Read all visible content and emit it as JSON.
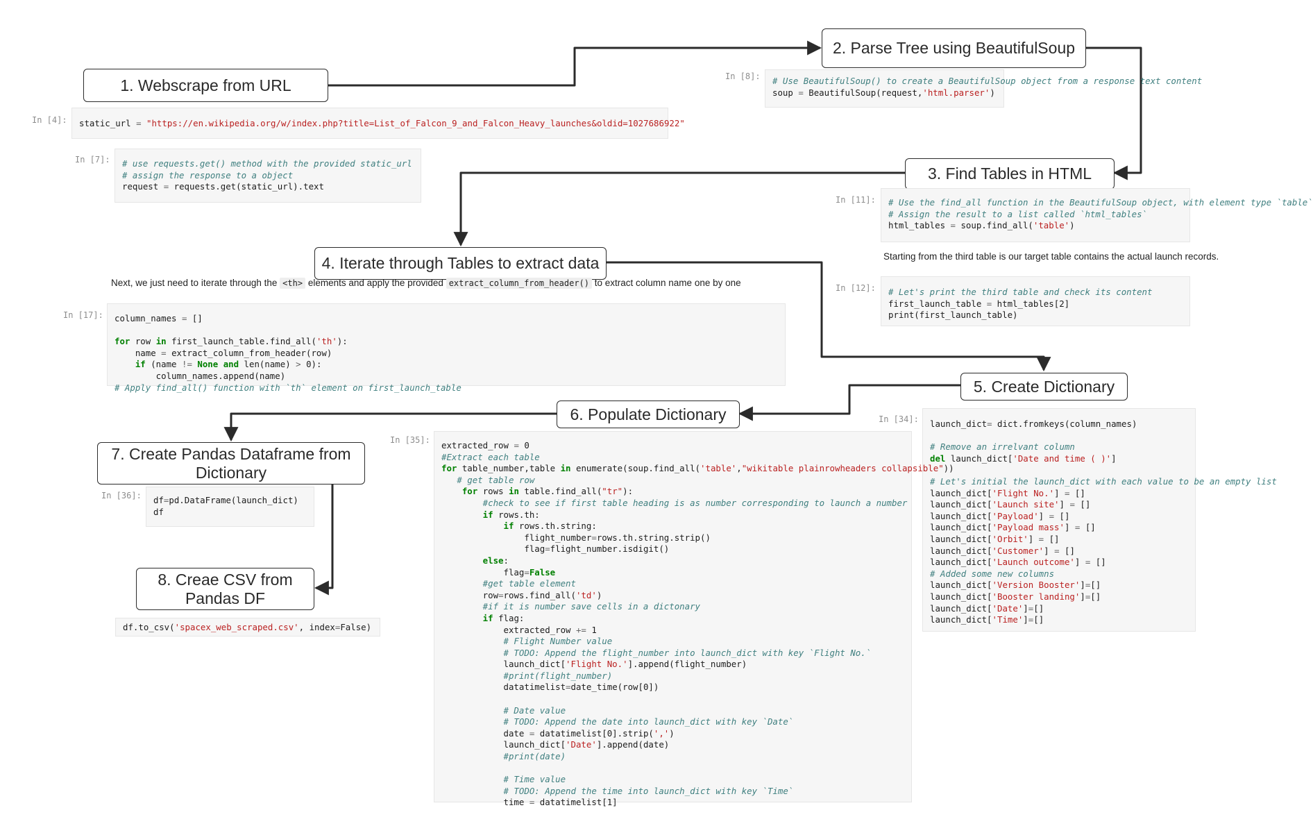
{
  "steps": {
    "s1": "1. Webscrape from URL",
    "s2": "2. Parse Tree using BeautifulSoup",
    "s3": "3. Find Tables in HTML",
    "s4": "4. Iterate through Tables to extract data",
    "s5": "5. Create Dictionary",
    "s6": "6. Populate Dictionary",
    "s7": "7. Create Pandas Dataframe from Dictionary",
    "s8": "8. Creae CSV from Pandas DF"
  },
  "prompts": {
    "p4": "In [4]:",
    "p7": "In [7]:",
    "p8": "In [8]:",
    "p11": "In [11]:",
    "p12": "In [12]:",
    "p17": "In [17]:",
    "p34": "In [34]:",
    "p35": "In [35]:",
    "p36": "In [36]:"
  },
  "markdown": {
    "iterate_pre": "Next, we just need to iterate through the ",
    "iterate_code1": "<th>",
    "iterate_mid": " elements and apply the provided ",
    "iterate_code2": "extract_column_from_header()",
    "iterate_post": " to extract column name one by one",
    "third_table": "Starting from the third table is our target table contains the actual launch records."
  },
  "code": {
    "c4": [
      [
        [
          "",
          "static_url "
        ],
        [
          "n",
          "= "
        ],
        [
          "s",
          "\"https://en.wikipedia.org/w/index.php?title=List_of_Falcon_9_and_Falcon_Heavy_launches&oldid=1027686922\""
        ]
      ]
    ],
    "c7": [
      [
        [
          "c",
          "# use requests.get() method with the provided static_url"
        ]
      ],
      [
        [
          "c",
          "# assign the response to a object"
        ]
      ],
      [
        [
          "",
          "request "
        ],
        [
          "n",
          "= "
        ],
        [
          "",
          "requests.get(static_url).text"
        ]
      ]
    ],
    "c8": [
      [
        [
          "c",
          "# Use BeautifulSoup() to create a BeautifulSoup object from a response text content"
        ]
      ],
      [
        [
          "",
          "soup "
        ],
        [
          "n",
          "= "
        ],
        [
          "",
          "BeautifulSoup(request,"
        ],
        [
          "s",
          "'html.parser'"
        ],
        [
          "",
          ")"
        ]
      ]
    ],
    "c11": [
      [
        [
          "c",
          "# Use the find_all function in the BeautifulSoup object, with element type `table`"
        ]
      ],
      [
        [
          "c",
          "# Assign the result to a list called `html_tables`"
        ]
      ],
      [
        [
          "",
          "html_tables "
        ],
        [
          "n",
          "= "
        ],
        [
          "",
          "soup.find_all("
        ],
        [
          "s",
          "'table'"
        ],
        [
          "",
          ")"
        ]
      ]
    ],
    "c12": [
      [
        [
          "c",
          "# Let's print the third table and check its content"
        ]
      ],
      [
        [
          "",
          "first_launch_table "
        ],
        [
          "n",
          "= "
        ],
        [
          "",
          "html_tables[2]"
        ]
      ],
      [
        [
          "",
          "print(first_launch_table)"
        ]
      ]
    ],
    "c17": [
      [
        [
          "",
          "column_names "
        ],
        [
          "n",
          "= "
        ],
        [
          "",
          "[]"
        ]
      ],
      [
        [
          "",
          ""
        ]
      ],
      [
        [
          "k",
          "for "
        ],
        [
          "",
          "row "
        ],
        [
          "k",
          "in "
        ],
        [
          "",
          "first_launch_table.find_all("
        ],
        [
          "s",
          "'th'"
        ],
        [
          "",
          "):"
        ]
      ],
      [
        [
          "",
          "    name "
        ],
        [
          "n",
          "= "
        ],
        [
          "",
          "extract_column_from_header(row)"
        ]
      ],
      [
        [
          "k",
          "    if "
        ],
        [
          "",
          "(name "
        ],
        [
          "n",
          "!= "
        ],
        [
          "k",
          "None "
        ],
        [
          "k",
          "and "
        ],
        [
          "",
          "len(name) "
        ],
        [
          "n",
          "> "
        ],
        [
          "",
          "0):"
        ]
      ],
      [
        [
          "",
          "        column_names.append(name)"
        ]
      ],
      [
        [
          "c",
          "# Apply find_all() function with `th` element on first_launch_table"
        ]
      ]
    ],
    "c34": [
      [
        [
          "",
          "launch_dict"
        ],
        [
          "n",
          "= "
        ],
        [
          "",
          "dict.fromkeys(column_names)"
        ]
      ],
      [
        [
          "",
          ""
        ]
      ],
      [
        [
          "c",
          "# Remove an irrelvant column"
        ]
      ],
      [
        [
          "k",
          "del "
        ],
        [
          "",
          "launch_dict["
        ],
        [
          "s",
          "'Date and time ( )'"
        ],
        [
          "",
          "]"
        ]
      ],
      [
        [
          "",
          ""
        ]
      ],
      [
        [
          "c",
          "# Let's initial the launch_dict with each value to be an empty list"
        ]
      ],
      [
        [
          "",
          "launch_dict["
        ],
        [
          "s",
          "'Flight No.'"
        ],
        [
          "",
          "] "
        ],
        [
          "n",
          "= "
        ],
        [
          "",
          "[]"
        ]
      ],
      [
        [
          "",
          "launch_dict["
        ],
        [
          "s",
          "'Launch site'"
        ],
        [
          "",
          "] "
        ],
        [
          "n",
          "= "
        ],
        [
          "",
          "[]"
        ]
      ],
      [
        [
          "",
          "launch_dict["
        ],
        [
          "s",
          "'Payload'"
        ],
        [
          "",
          "] "
        ],
        [
          "n",
          "= "
        ],
        [
          "",
          "[]"
        ]
      ],
      [
        [
          "",
          "launch_dict["
        ],
        [
          "s",
          "'Payload mass'"
        ],
        [
          "",
          "] "
        ],
        [
          "n",
          "= "
        ],
        [
          "",
          "[]"
        ]
      ],
      [
        [
          "",
          "launch_dict["
        ],
        [
          "s",
          "'Orbit'"
        ],
        [
          "",
          "] "
        ],
        [
          "n",
          "= "
        ],
        [
          "",
          "[]"
        ]
      ],
      [
        [
          "",
          "launch_dict["
        ],
        [
          "s",
          "'Customer'"
        ],
        [
          "",
          "] "
        ],
        [
          "n",
          "= "
        ],
        [
          "",
          "[]"
        ]
      ],
      [
        [
          "",
          "launch_dict["
        ],
        [
          "s",
          "'Launch outcome'"
        ],
        [
          "",
          "] "
        ],
        [
          "n",
          "= "
        ],
        [
          "",
          "[]"
        ]
      ],
      [
        [
          "c",
          "# Added some new columns"
        ]
      ],
      [
        [
          "",
          "launch_dict["
        ],
        [
          "s",
          "'Version Booster'"
        ],
        [
          "",
          "]"
        ],
        [
          "n",
          "="
        ],
        [
          "",
          "[]"
        ]
      ],
      [
        [
          "",
          "launch_dict["
        ],
        [
          "s",
          "'Booster landing'"
        ],
        [
          "",
          "]"
        ],
        [
          "n",
          "="
        ],
        [
          "",
          "[]"
        ]
      ],
      [
        [
          "",
          "launch_dict["
        ],
        [
          "s",
          "'Date'"
        ],
        [
          "",
          "]"
        ],
        [
          "n",
          "="
        ],
        [
          "",
          "[]"
        ]
      ],
      [
        [
          "",
          "launch_dict["
        ],
        [
          "s",
          "'Time'"
        ],
        [
          "",
          "]"
        ],
        [
          "n",
          "="
        ],
        [
          "",
          "[]"
        ]
      ]
    ],
    "c35": [
      [
        [
          "",
          "extracted_row "
        ],
        [
          "n",
          "= "
        ],
        [
          "",
          "0"
        ]
      ],
      [
        [
          "c",
          "#Extract each table"
        ]
      ],
      [
        [
          "k",
          "for "
        ],
        [
          "",
          "table_number,table "
        ],
        [
          "k",
          "in "
        ],
        [
          "",
          "enumerate(soup.find_all("
        ],
        [
          "s",
          "'table'"
        ],
        [
          "",
          ","
        ],
        [
          "s",
          "\"wikitable plainrowheaders collapsible\""
        ],
        [
          "",
          "))"
        ]
      ],
      [
        [
          "c",
          "   # get table row"
        ]
      ],
      [
        [
          "k",
          "    for "
        ],
        [
          "",
          "rows "
        ],
        [
          "k",
          "in "
        ],
        [
          "",
          "table.find_all("
        ],
        [
          "s",
          "\"tr\""
        ],
        [
          "",
          "):"
        ]
      ],
      [
        [
          "c",
          "        #check to see if first table heading is as number corresponding to launch a number"
        ]
      ],
      [
        [
          "k",
          "        if "
        ],
        [
          "",
          "rows.th:"
        ]
      ],
      [
        [
          "k",
          "            if "
        ],
        [
          "",
          "rows.th.string:"
        ]
      ],
      [
        [
          "",
          "                flight_number"
        ],
        [
          "n",
          "="
        ],
        [
          "",
          "rows.th.string.strip()"
        ]
      ],
      [
        [
          "",
          "                flag"
        ],
        [
          "n",
          "="
        ],
        [
          "",
          "flight_number.isdigit()"
        ]
      ],
      [
        [
          "k",
          "        else"
        ],
        [
          "",
          ":"
        ]
      ],
      [
        [
          "",
          "            flag"
        ],
        [
          "n",
          "="
        ],
        [
          "k",
          "False"
        ]
      ],
      [
        [
          "c",
          "        #get table element"
        ]
      ],
      [
        [
          "",
          "        row"
        ],
        [
          "n",
          "="
        ],
        [
          "",
          "rows.find_all("
        ],
        [
          "s",
          "'td'"
        ],
        [
          "",
          ")"
        ]
      ],
      [
        [
          "c",
          "        #if it is number save cells in a dictonary"
        ]
      ],
      [
        [
          "k",
          "        if "
        ],
        [
          "",
          "flag:"
        ]
      ],
      [
        [
          "",
          "            extracted_row "
        ],
        [
          "n",
          "+= "
        ],
        [
          "",
          "1"
        ]
      ],
      [
        [
          "c",
          "            # Flight Number value"
        ]
      ],
      [
        [
          "c",
          "            # TODO: Append the flight_number into launch_dict with key `Flight No.`"
        ]
      ],
      [
        [
          "",
          "            launch_dict["
        ],
        [
          "s",
          "'Flight No.'"
        ],
        [
          "",
          "].append(flight_number)"
        ]
      ],
      [
        [
          "c",
          "            #print(flight_number)"
        ]
      ],
      [
        [
          "",
          "            datatimelist"
        ],
        [
          "n",
          "="
        ],
        [
          "",
          "date_time(row[0])"
        ]
      ],
      [
        [
          "",
          ""
        ]
      ],
      [
        [
          "c",
          "            # Date value"
        ]
      ],
      [
        [
          "c",
          "            # TODO: Append the date into launch_dict with key `Date`"
        ]
      ],
      [
        [
          "",
          "            date "
        ],
        [
          "n",
          "= "
        ],
        [
          "",
          "datatimelist[0].strip("
        ],
        [
          "s",
          "','"
        ],
        [
          "",
          ")"
        ]
      ],
      [
        [
          "",
          "            launch_dict["
        ],
        [
          "s",
          "'Date'"
        ],
        [
          "",
          "].append(date)"
        ]
      ],
      [
        [
          "c",
          "            #print(date)"
        ]
      ],
      [
        [
          "",
          ""
        ]
      ],
      [
        [
          "c",
          "            # Time value"
        ]
      ],
      [
        [
          "c",
          "            # TODO: Append the time into launch_dict with key `Time`"
        ]
      ],
      [
        [
          "",
          "            time "
        ],
        [
          "n",
          "= "
        ],
        [
          "",
          "datatimelist[1]"
        ]
      ]
    ],
    "c36": [
      [
        [
          "",
          "df"
        ],
        [
          "n",
          "="
        ],
        [
          "",
          "pd.DataFrame(launch_dict)"
        ]
      ],
      [
        [
          "",
          "df"
        ]
      ]
    ],
    "csv": [
      [
        [
          "",
          "df.to_csv("
        ],
        [
          "s",
          "'spacex_web_scraped.csv'"
        ],
        [
          "",
          ", index"
        ],
        [
          "n",
          "="
        ],
        [
          "",
          "False)"
        ]
      ]
    ]
  }
}
